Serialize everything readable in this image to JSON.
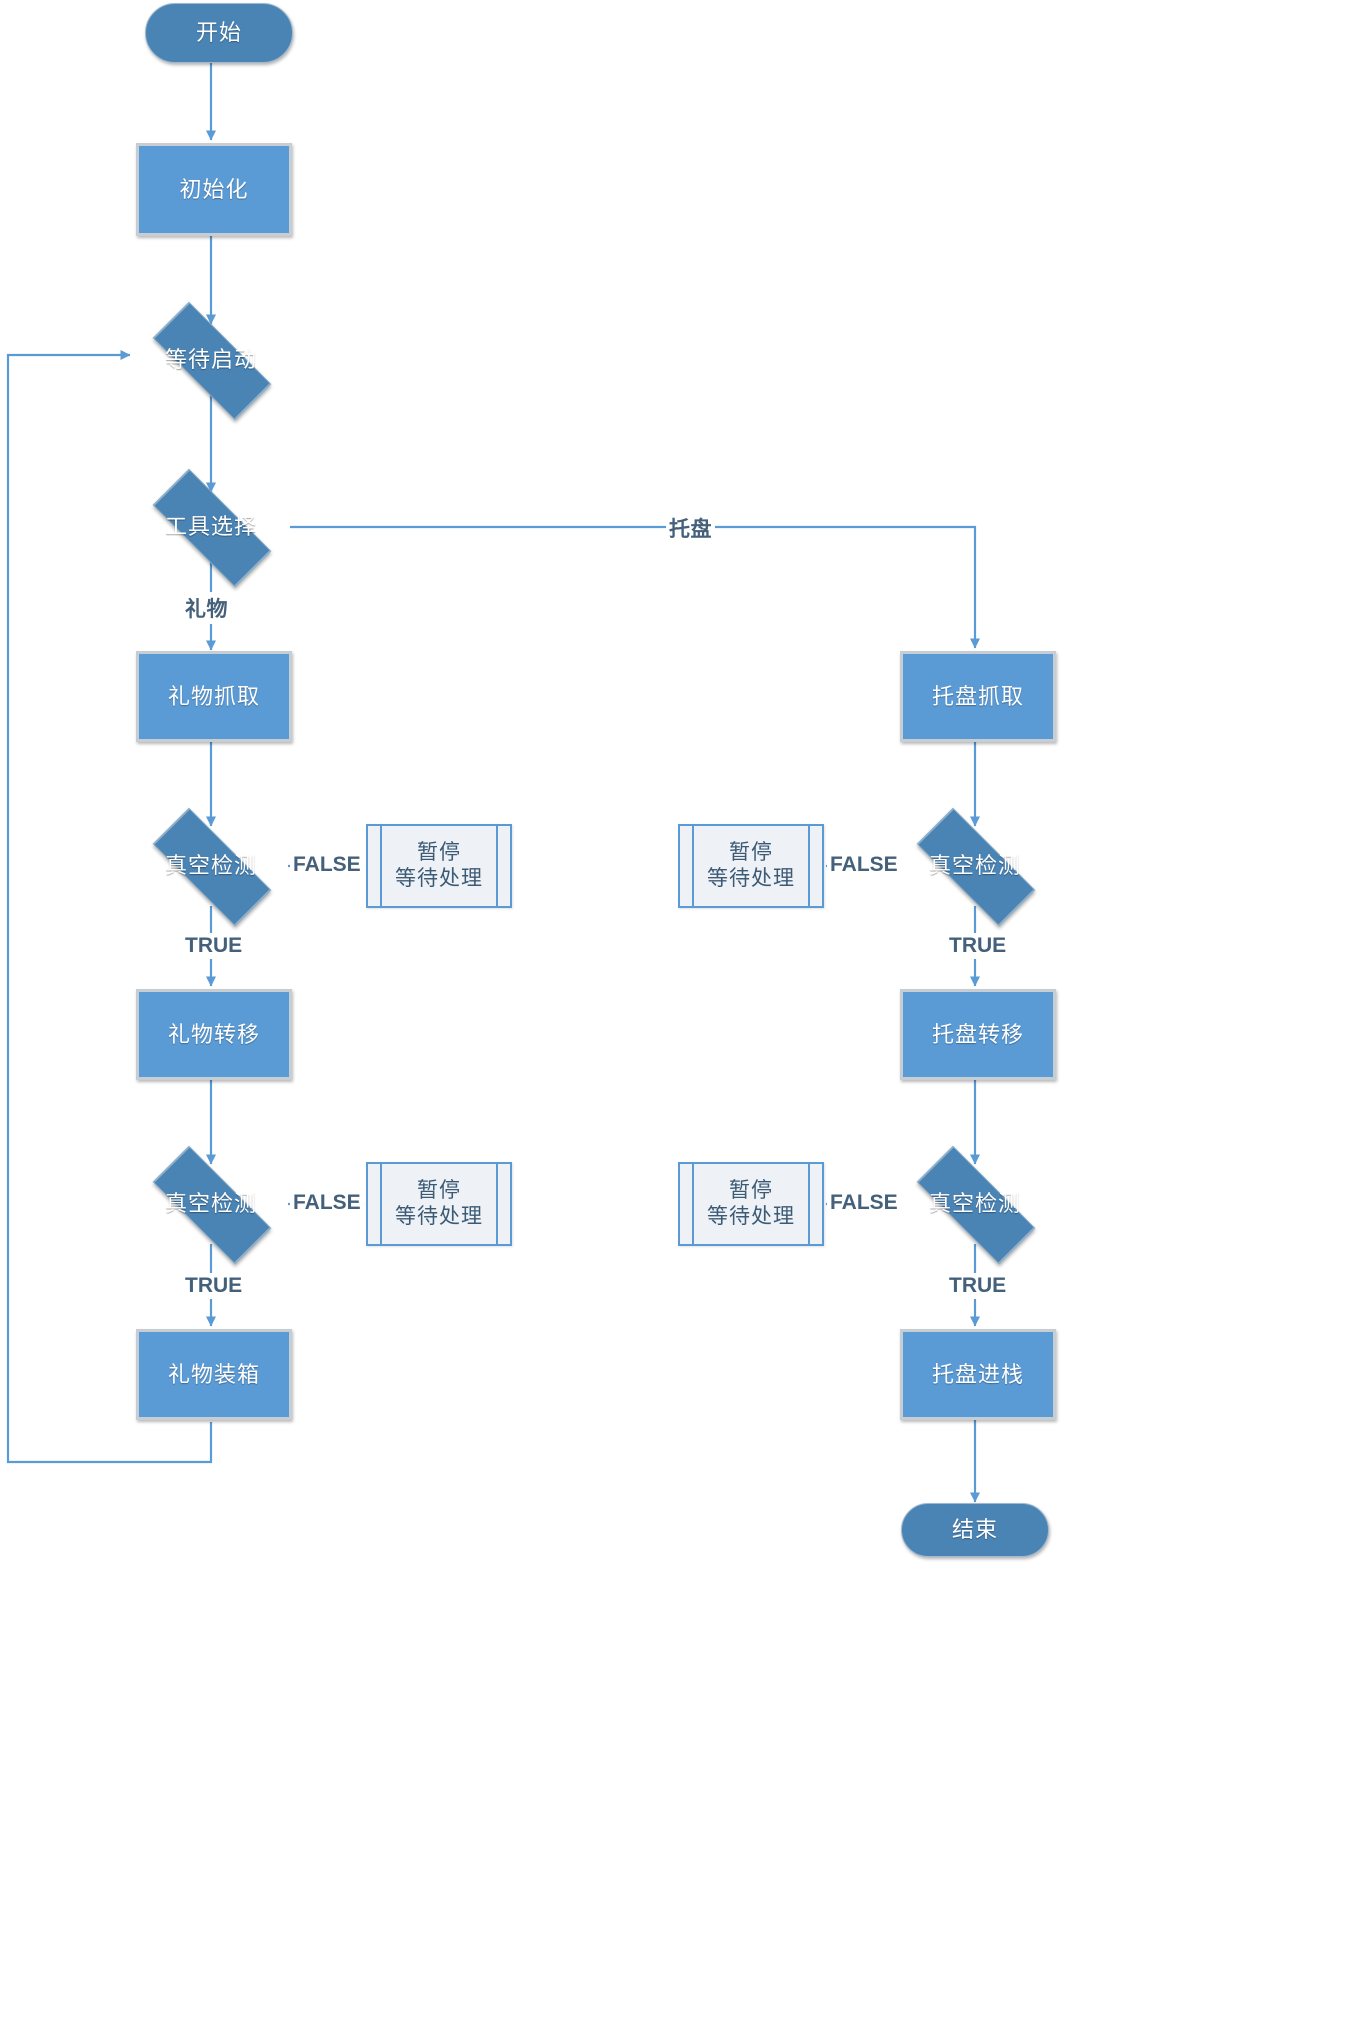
{
  "diagram": {
    "type": "flowchart",
    "title_text": "",
    "colors": {
      "process_fill": "#5b9bd5",
      "process_border": "#c6cdd3",
      "decision_fill": "#4a84b5",
      "terminator_fill": "#4a84b5",
      "subroutine_fill": "#eef2f7",
      "subroutine_border": "#5b9bd5",
      "connector": "#5b9bd5",
      "label_text": "#44607a",
      "node_text": "#ffffff"
    },
    "nodes": {
      "start": {
        "label": "开始",
        "shape": "terminator"
      },
      "init": {
        "label": "初始化",
        "shape": "process"
      },
      "wait_start": {
        "label": "等待启动",
        "shape": "decision"
      },
      "tool_select": {
        "label": "工具选择",
        "shape": "decision"
      },
      "gift_pick": {
        "label": "礼物抓取",
        "shape": "process"
      },
      "gift_vac1": {
        "label": "真空检测",
        "shape": "decision"
      },
      "gift_pause1_line1": "暂停",
      "gift_pause1_line2": "等待处理",
      "gift_transfer": {
        "label": "礼物转移",
        "shape": "process"
      },
      "gift_vac2": {
        "label": "真空检测",
        "shape": "decision"
      },
      "gift_pause2_line1": "暂停",
      "gift_pause2_line2": "等待处理",
      "gift_box": {
        "label": "礼物装箱",
        "shape": "process"
      },
      "tray_pick": {
        "label": "托盘抓取",
        "shape": "process"
      },
      "tray_vac1": {
        "label": "真空检测",
        "shape": "decision"
      },
      "tray_pause1_line1": "暂停",
      "tray_pause1_line2": "等待处理",
      "tray_transfer": {
        "label": "托盘转移",
        "shape": "process"
      },
      "tray_vac2": {
        "label": "真空检测",
        "shape": "decision"
      },
      "tray_pause2_line1": "暂停",
      "tray_pause2_line2": "等待处理",
      "tray_stack": {
        "label": "托盘进栈",
        "shape": "process"
      },
      "end": {
        "label": "结束",
        "shape": "terminator"
      }
    },
    "edge_labels": {
      "tray_branch": "托盘",
      "gift_branch": "礼物",
      "gift_vac1_false": "FALSE",
      "gift_vac1_true": "TRUE",
      "gift_vac2_false": "FALSE",
      "gift_vac2_true": "TRUE",
      "tray_vac1_false": "FALSE",
      "tray_vac1_true": "TRUE",
      "tray_vac2_false": "FALSE",
      "tray_vac2_true": "TRUE"
    }
  }
}
